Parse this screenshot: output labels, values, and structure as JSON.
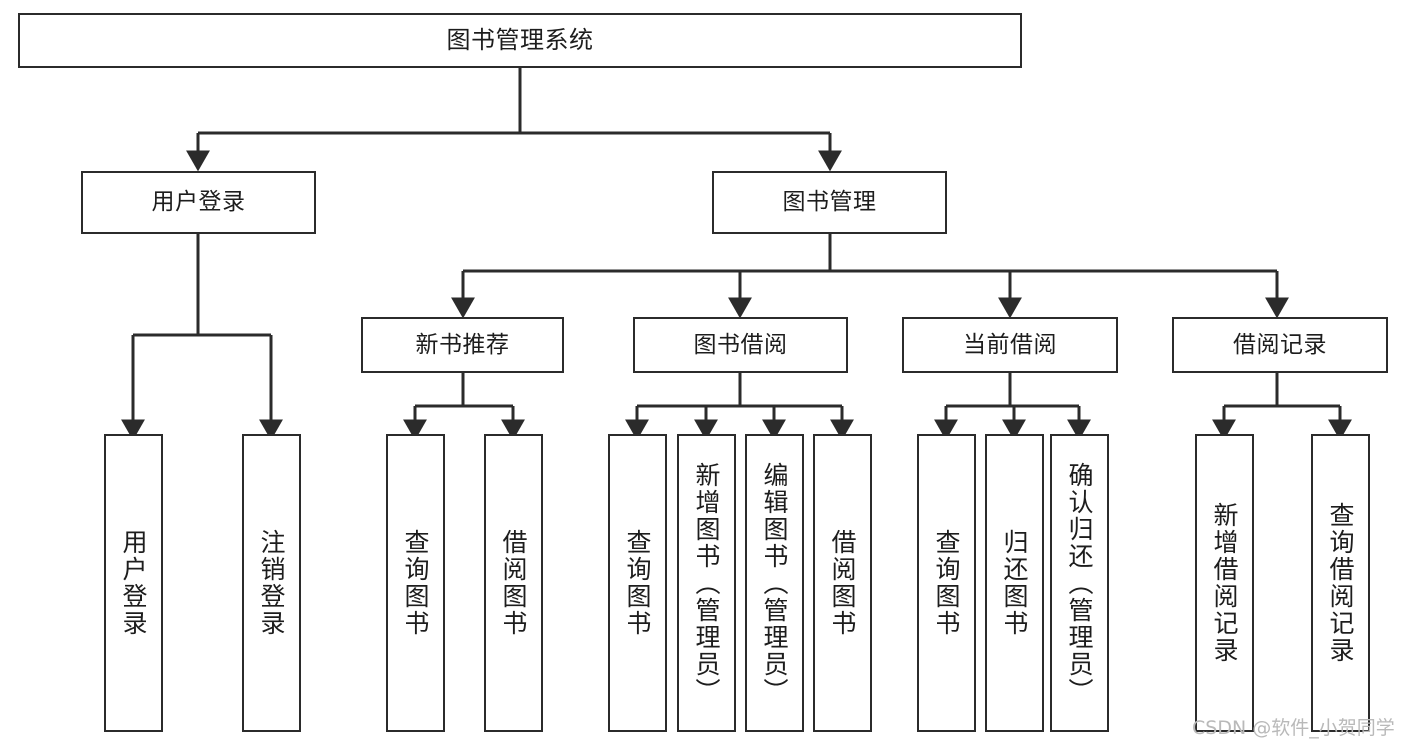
{
  "diagram": {
    "type": "tree",
    "title": "图书管理系统",
    "root": {
      "label": "图书管理系统"
    },
    "level2": [
      {
        "label": "用户登录"
      },
      {
        "label": "图书管理"
      }
    ],
    "level3": [
      {
        "label": "新书推荐"
      },
      {
        "label": "图书借阅"
      },
      {
        "label": "当前借阅"
      },
      {
        "label": "借阅记录"
      }
    ],
    "leaves": {
      "user_login": [
        {
          "label": "用户登录"
        },
        {
          "label": "注销登录"
        }
      ],
      "new_book_recommend": [
        {
          "label": "查询图书"
        },
        {
          "label": "借阅图书"
        }
      ],
      "book_borrow": [
        {
          "label": "查询图书"
        },
        {
          "label": "新增图书（管理员）"
        },
        {
          "label": "编辑图书（管理员）"
        },
        {
          "label": "借阅图书"
        }
      ],
      "current_borrow": [
        {
          "label": "查询图书"
        },
        {
          "label": "归还图书"
        },
        {
          "label": "确认归还（管理员）"
        }
      ],
      "borrow_record": [
        {
          "label": "新增借阅记录"
        },
        {
          "label": "查询借阅记录"
        }
      ]
    }
  },
  "watermark": {
    "text": "CSDN @软件_小贺同学"
  },
  "colors": {
    "border": "#2b2b2b",
    "background": "#ffffff",
    "text": "#1d1d1d",
    "watermark": "#b9b9b9"
  }
}
